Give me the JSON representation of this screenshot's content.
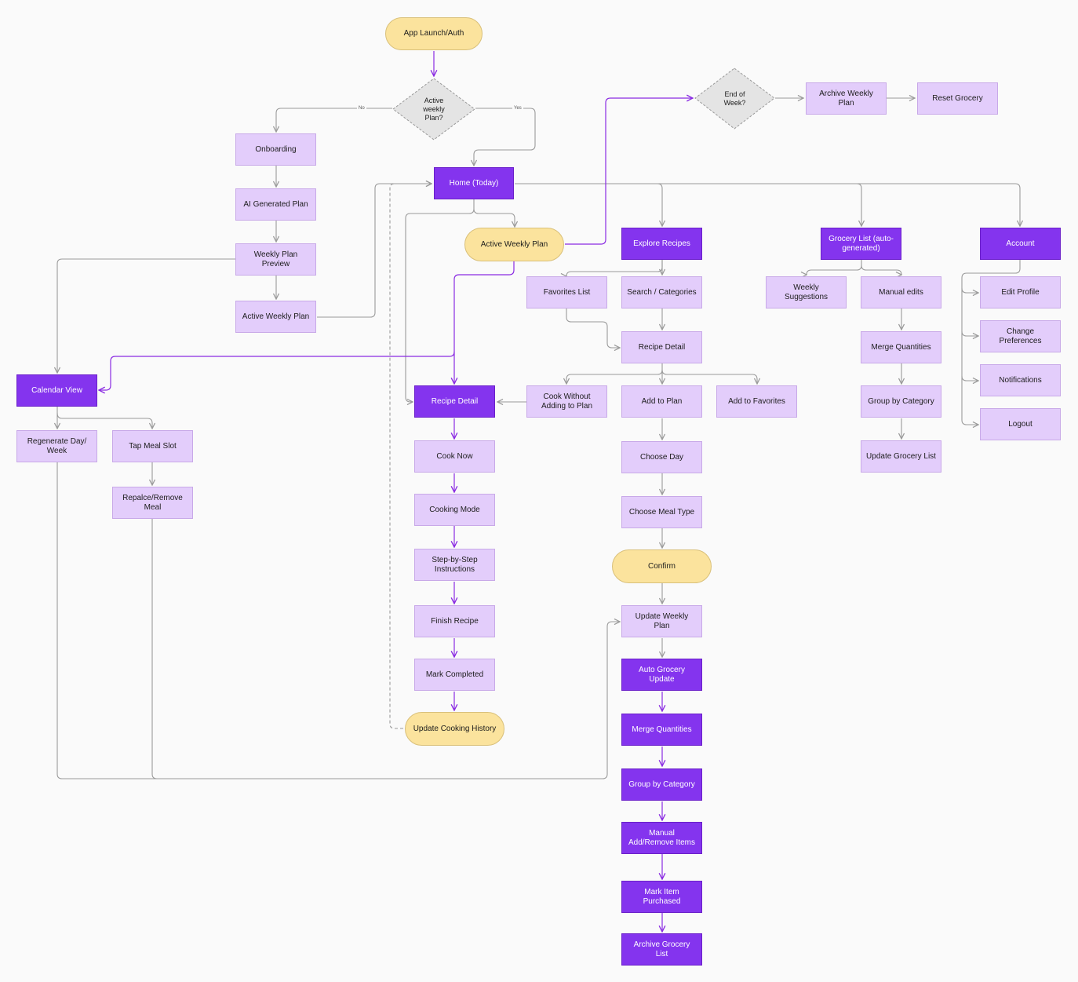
{
  "colors": {
    "light": "#e3cdfb",
    "dark": "#8434ee",
    "yellow": "#fbe39d",
    "line": "#9a9a9a",
    "accent": "#8a2be2"
  },
  "nodes": {
    "app_launch": "App Launch/Auth",
    "active_weekly_q": "Active weekly Plan?",
    "end_of_week": "End of Week?",
    "archive_weekly": "Archive Weekly Plan",
    "reset_grocery": "Reset Grocery",
    "onboarding": "Onboarding",
    "ai_plan": "AI Generated Plan",
    "weekly_preview": "Weekly Plan Preview",
    "active_weekly_left": "Active Weekly Plan",
    "home": "Home (Today)",
    "active_weekly_pill": "Active Weekly Plan",
    "explore": "Explore Recipes",
    "grocery_list": "Grocery List (auto-generated)",
    "account": "Account",
    "favorites_list": "Favorites List",
    "search_categories": "Search / Categories",
    "recipe_detail_mid": "Recipe Detail",
    "weekly_suggestions": "Weekly Suggestions",
    "manual_edits": "Manual edits",
    "merge_q_right": "Merge Quantities",
    "group_cat_right": "Group by Category",
    "update_grocery": "Update Grocery List",
    "edit_profile": "Edit Profile",
    "change_prefs": "Change Preferences",
    "notifications": "Notifications",
    "logout": "Logout",
    "calendar": "Calendar View",
    "regenerate": "Regenerate Day/ Week",
    "tap_meal": "Tap Meal Slot",
    "replace_meal": "Repalce/Remove Meal",
    "recipe_detail_dark": "Recipe Detail",
    "cook_without": "Cook Without Adding to Plan",
    "add_plan": "Add to Plan",
    "add_fav": "Add to Favorites",
    "cook_now": "Cook Now",
    "cooking_mode": "Cooking Mode",
    "step_by_step": "Step-by-Step Instructions",
    "finish": "Finish Recipe",
    "mark_completed": "Mark Completed",
    "update_history": "Update Cooking History",
    "choose_day": "Choose Day",
    "choose_meal_type": "Choose Meal Type",
    "confirm": "Confirm",
    "update_weekly": "Update Weekly Plan",
    "auto_grocery": "Auto Grocery Update",
    "merge_q_bottom": "Merge Quantities",
    "group_cat_bottom": "Group by Category",
    "manual_add": "Manual Add/Remove Items",
    "mark_purchased": "Mark Item Purchased",
    "archive_grocery": "Archive Grocery List"
  },
  "edge_labels": {
    "no": "No",
    "yes": "Yes"
  }
}
